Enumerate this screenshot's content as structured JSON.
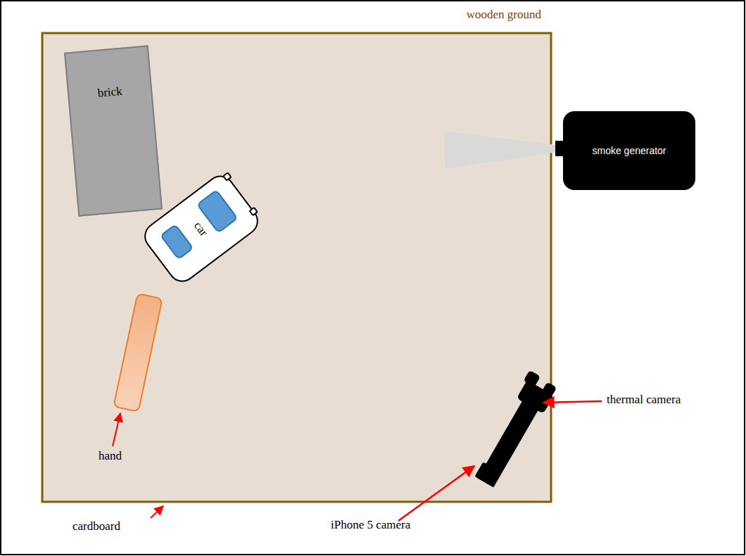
{
  "diagram": {
    "nodes": [
      {
        "text": [
          "wooden ground"
        ]
      },
      {
        "text": [
          "brick"
        ],
        "in": 0
      },
      {
        "text": [
          "car"
        ],
        "in": 0
      },
      {
        "text": [
          "smoke generator"
        ]
      }
    ],
    "labels": [
      "hand",
      "cardboard",
      "iPhone 5 camera",
      "thermal camera"
    ]
  }
}
